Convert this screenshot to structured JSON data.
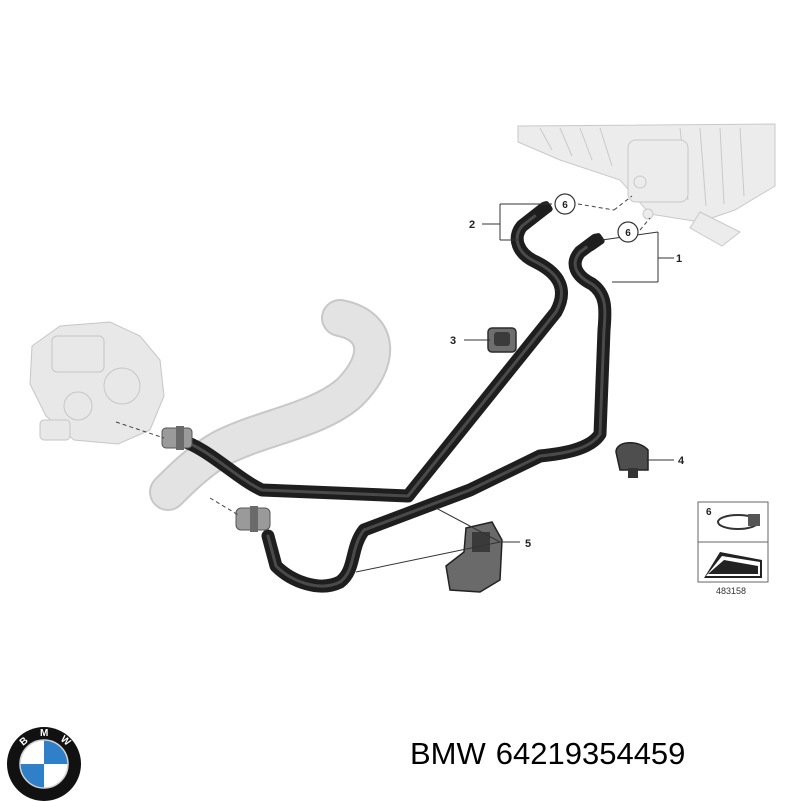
{
  "callouts": {
    "c1": "1",
    "c2": "2",
    "c3": "3",
    "c4": "4",
    "c5": "5",
    "clip_a": "6",
    "clip_b": "6",
    "legend_clip": "6"
  },
  "reference_number": "483158",
  "footer": {
    "brand": "BMW",
    "part_number": "64219354459"
  },
  "logo": {
    "letters": [
      "B",
      "M",
      "W"
    ],
    "colors": {
      "ring": "#111111",
      "blue": "#2f80c8",
      "white": "#ffffff",
      "letters": "#ffffff"
    }
  },
  "colors": {
    "hose": "#1e1e1e",
    "ghost_part": "#d9d9d9",
    "line": "#333333"
  }
}
